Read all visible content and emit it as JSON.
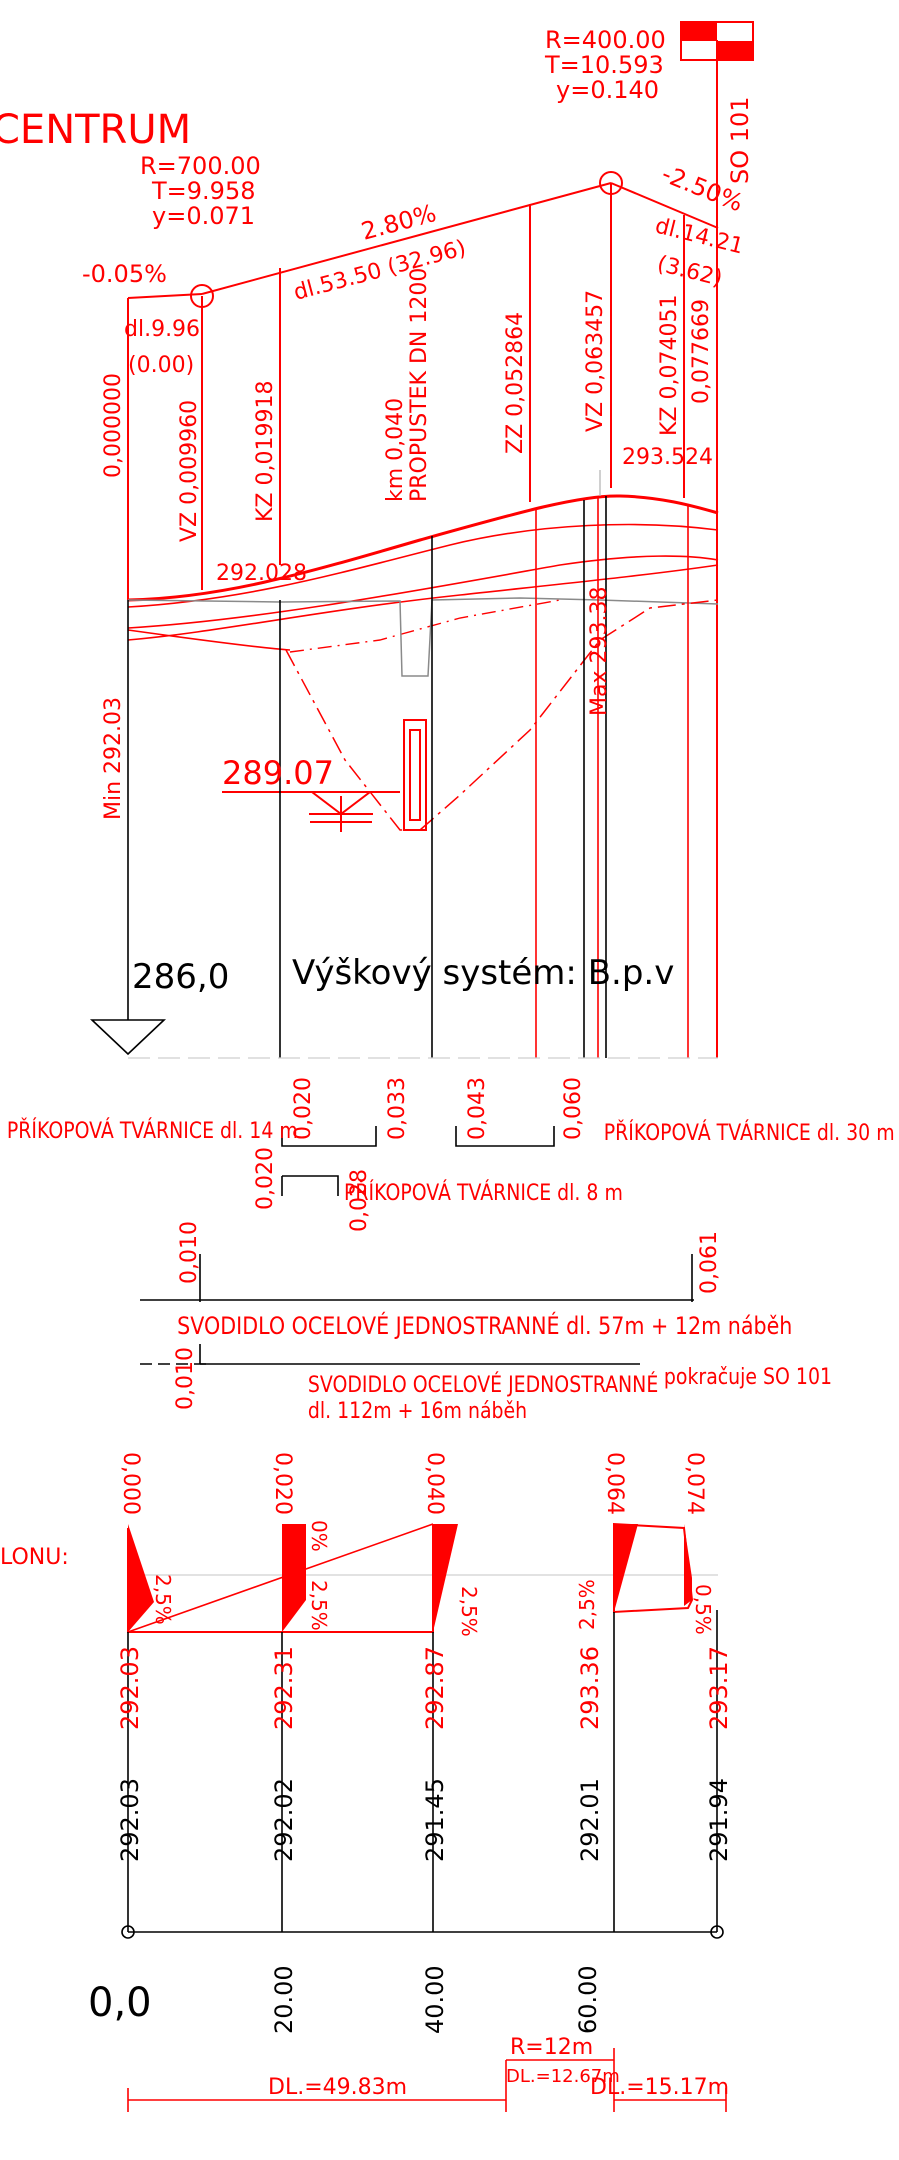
{
  "drawing": {
    "centrum_label": "CENTRUM",
    "sklon_label": "LONU:",
    "vertical_curves": [
      {
        "R": "R=400.00",
        "T": "T=10.593",
        "y": "y=0.140"
      },
      {
        "R": "R=700.00",
        "T": "T=9.958",
        "y": "y=0.071"
      }
    ],
    "so_label": "SO 101",
    "grades": [
      "-0.05%",
      "2.80%",
      "-2.50%"
    ],
    "grade_lengths": [
      "dl.9.96",
      "(0.00)",
      "dl.53.50 (32.96)",
      "dl.14.21",
      "(3.62)"
    ],
    "stations_profile": [
      "0,000000",
      "VZ 0,009960",
      "KZ 0,019918",
      "km 0,040",
      "PROPUSTEK DN 1200",
      "ZZ 0,052864",
      "VZ 0,063457",
      "KZ 0,074051",
      "0,077669"
    ],
    "elevation_labels": [
      "293.524",
      "292.028",
      "289.07"
    ],
    "min_label": "Min 292.03",
    "max_label": "Max 293.38",
    "datum": "286,0",
    "height_system": "Výškový systém: B.p.v",
    "ditches": [
      {
        "text": "PŘÍKOPOVÁ TVÁRNICE dl. 14 m",
        "from": "0,020",
        "to": "0,033"
      },
      {
        "text": "PŘÍKOPOVÁ TVÁRNICE dl. 30 m",
        "from": "0,043",
        "to": "0,060"
      },
      {
        "text": "PŘÍKOPOVÁ TVÁRNICE dl. 8 m",
        "from": "0,020",
        "to": "0,028"
      }
    ],
    "guardrails": [
      {
        "from": "0,010",
        "to": "0,061",
        "text": "SVODIDLO OCELOVÉ JEDNOSTRANNÉ dl. 57m + 12m náběh"
      },
      {
        "from": "0,010",
        "line1": "SVODIDLO OCELOVÉ JEDNOSTRANNÉ",
        "line2": "dl. 112m + 16m náběh",
        "note": "pokračuje SO 101"
      }
    ],
    "superelevation": {
      "stations": [
        "0,000",
        "0,020",
        "0,040",
        "0,064",
        "0,074"
      ],
      "slopes": [
        "2,5%",
        "0%",
        "2,5%",
        "2,5%",
        "2,5%",
        "0,5%"
      ]
    },
    "design_elevations": [
      "292.03",
      "292.31",
      "292.87",
      "293.36",
      "293.17"
    ],
    "terrain_elevations": [
      "292.03",
      "292.02",
      "291.45",
      "292.01",
      "291.94"
    ],
    "chainage": [
      "0,0",
      "20.00",
      "40.00",
      "60.00"
    ],
    "horizontal": {
      "radius": "R=12m",
      "radius_length": "DL.=12.67m",
      "lengths": [
        "DL.=49.83m",
        "DL.=15.17m"
      ]
    },
    "colors": {
      "accent": "#ff0000",
      "line": "#000000",
      "terrain": "#808080"
    }
  }
}
